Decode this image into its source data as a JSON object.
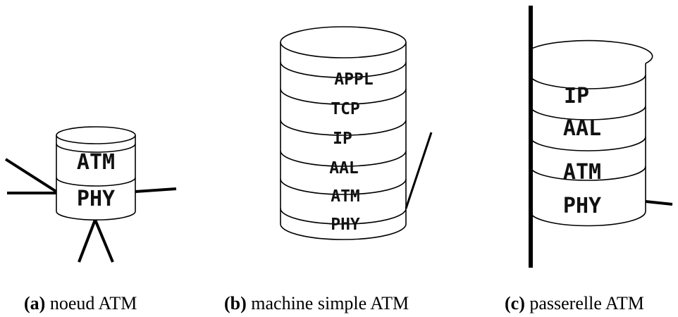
{
  "diagrams": {
    "a": {
      "layers": [
        "ATM",
        "PHY"
      ],
      "caption_tag": "(a)",
      "caption_text": "noeud ATM"
    },
    "b": {
      "layers": [
        "APPL",
        "TCP",
        "IP",
        "AAL",
        "ATM",
        "PHY"
      ],
      "caption_tag": "(b)",
      "caption_text": "machine simple ATM"
    },
    "c": {
      "layers": [
        "IP",
        "AAL",
        "ATM",
        "PHY"
      ],
      "caption_tag": "(c)",
      "caption_text": "passerelle ATM"
    }
  }
}
